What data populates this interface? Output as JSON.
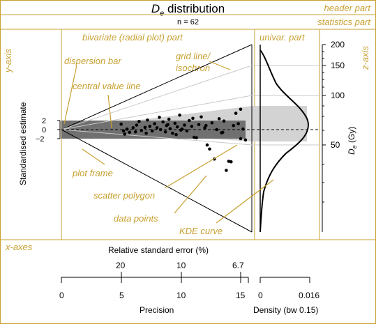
{
  "header": {
    "title_main": "D",
    "title_sub": "e",
    "title_rest": " distribution",
    "statistics": "n = 62"
  },
  "parts": {
    "header": "header part",
    "statistics": "statistics part",
    "y_axis": "y-axis",
    "bivariate": "bivariate (radial plot) part",
    "univariate": "univar. part",
    "z_axis": "z-axis",
    "x_axes": "x-axes"
  },
  "annotations": {
    "dispersion_bar": "dispersion bar",
    "grid_line_1": "grid line/",
    "grid_line_2": "isochron",
    "central_value_line": "central value line",
    "plot_frame": "plot frame",
    "scatter_polygon": "scatter polygon",
    "data_points": "data points",
    "kde_curve": "KDE curve"
  },
  "axes": {
    "y_label": "Standardised estimate",
    "y_ticks": [
      "2",
      "0",
      "−2"
    ],
    "z_label_main": "D",
    "z_label_sub": "e",
    "z_label_rest": " (Gy)",
    "z_ticks": [
      "200",
      "150",
      "100",
      "50"
    ],
    "rse_label": "Relative standard error (%)",
    "rse_ticks": [
      "20",
      "10",
      "6.7"
    ],
    "precision_label": "Precision",
    "precision_ticks": [
      "0",
      "5",
      "10",
      "15"
    ],
    "density_label": "Density (bw 0.15)",
    "density_ticks": [
      "0",
      "0.016"
    ]
  },
  "colors": {
    "annotation": "#c8a030",
    "frame": "#c8a030",
    "dispersion_bar": "#707070",
    "scatter_polygon": "#d3d3d3",
    "grid": "#b0b0b0"
  },
  "chart_data": {
    "type": "scatter",
    "description_free": true,
    "n": 62,
    "precision_range": [
      0,
      16
    ],
    "standardised_range": [
      -2,
      2
    ],
    "de_ticks_gy": [
      50,
      100,
      150,
      200
    ],
    "grid_lines_gy": [
      50,
      100,
      150
    ],
    "points": [
      {
        "p": 5.0,
        "z": 1.2
      },
      {
        "p": 5.2,
        "z": -0.3
      },
      {
        "p": 5.3,
        "z": -1.0
      },
      {
        "p": 5.5,
        "z": 0.1
      },
      {
        "p": 6.0,
        "z": 0.4
      },
      {
        "p": 6.2,
        "z": -0.5
      },
      {
        "p": 6.5,
        "z": 1.8
      },
      {
        "p": 6.7,
        "z": -0.2
      },
      {
        "p": 7.0,
        "z": 0.5
      },
      {
        "p": 7.2,
        "z": 2.1
      },
      {
        "p": 7.4,
        "z": 0.7
      },
      {
        "p": 7.6,
        "z": -0.3
      },
      {
        "p": 7.8,
        "z": 1.3
      },
      {
        "p": 8.0,
        "z": 0.4
      },
      {
        "p": 8.2,
        "z": 2.7
      },
      {
        "p": 8.3,
        "z": 0.0
      },
      {
        "p": 8.5,
        "z": 1.7
      },
      {
        "p": 8.7,
        "z": -0.5
      },
      {
        "p": 8.8,
        "z": 0.9
      },
      {
        "p": 9.0,
        "z": 2.3
      },
      {
        "p": 9.1,
        "z": 0.2
      },
      {
        "p": 9.3,
        "z": -0.8
      },
      {
        "p": 9.5,
        "z": 1.4
      },
      {
        "p": 9.7,
        "z": 0.6
      },
      {
        "p": 9.9,
        "z": 3.2
      },
      {
        "p": 10.1,
        "z": 0.1
      },
      {
        "p": 10.3,
        "z": 1.0
      },
      {
        "p": 10.5,
        "z": -0.3
      },
      {
        "p": 10.7,
        "z": 2.0
      },
      {
        "p": 10.9,
        "z": 0.7
      },
      {
        "p": 11.1,
        "z": -1.7
      },
      {
        "p": 11.3,
        "z": -1.8
      },
      {
        "p": 11.5,
        "z": 1.1
      },
      {
        "p": 11.7,
        "z": 2.8
      },
      {
        "p": 12.0,
        "z": 0.4
      },
      {
        "p": 12.2,
        "z": -3.4
      },
      {
        "p": 12.4,
        "z": -4.3
      },
      {
        "p": 12.6,
        "z": 1.5
      },
      {
        "p": 12.8,
        "z": -6.5
      },
      {
        "p": 13.0,
        "z": 0.0
      },
      {
        "p": 13.2,
        "z": 2.4
      },
      {
        "p": 13.4,
        "z": -0.7
      },
      {
        "p": 13.6,
        "z": 1.9
      },
      {
        "p": 13.8,
        "z": -9.0
      },
      {
        "p": 14.0,
        "z": -7.0
      },
      {
        "p": 14.2,
        "z": -7.1
      },
      {
        "p": 14.4,
        "z": 0.9
      },
      {
        "p": 14.6,
        "z": 3.6
      },
      {
        "p": 14.8,
        "z": 1.3
      },
      {
        "p": 15.0,
        "z": -2.0
      },
      {
        "p": 15.2,
        "z": 0.1
      },
      {
        "p": 15.4,
        "z": -2.3
      },
      {
        "p": 7.1,
        "z": -0.8
      },
      {
        "p": 8.9,
        "z": 1.1
      },
      {
        "p": 10.0,
        "z": -0.1
      },
      {
        "p": 11.0,
        "z": 2.5
      },
      {
        "p": 12.1,
        "z": 0.9
      },
      {
        "p": 6.3,
        "z": 1.0
      },
      {
        "p": 9.6,
        "z": -1.1
      },
      {
        "p": 13.5,
        "z": -0.6
      },
      {
        "p": 5.7,
        "z": -0.6
      },
      {
        "p": 15.0,
        "z": 4.5
      }
    ]
  }
}
